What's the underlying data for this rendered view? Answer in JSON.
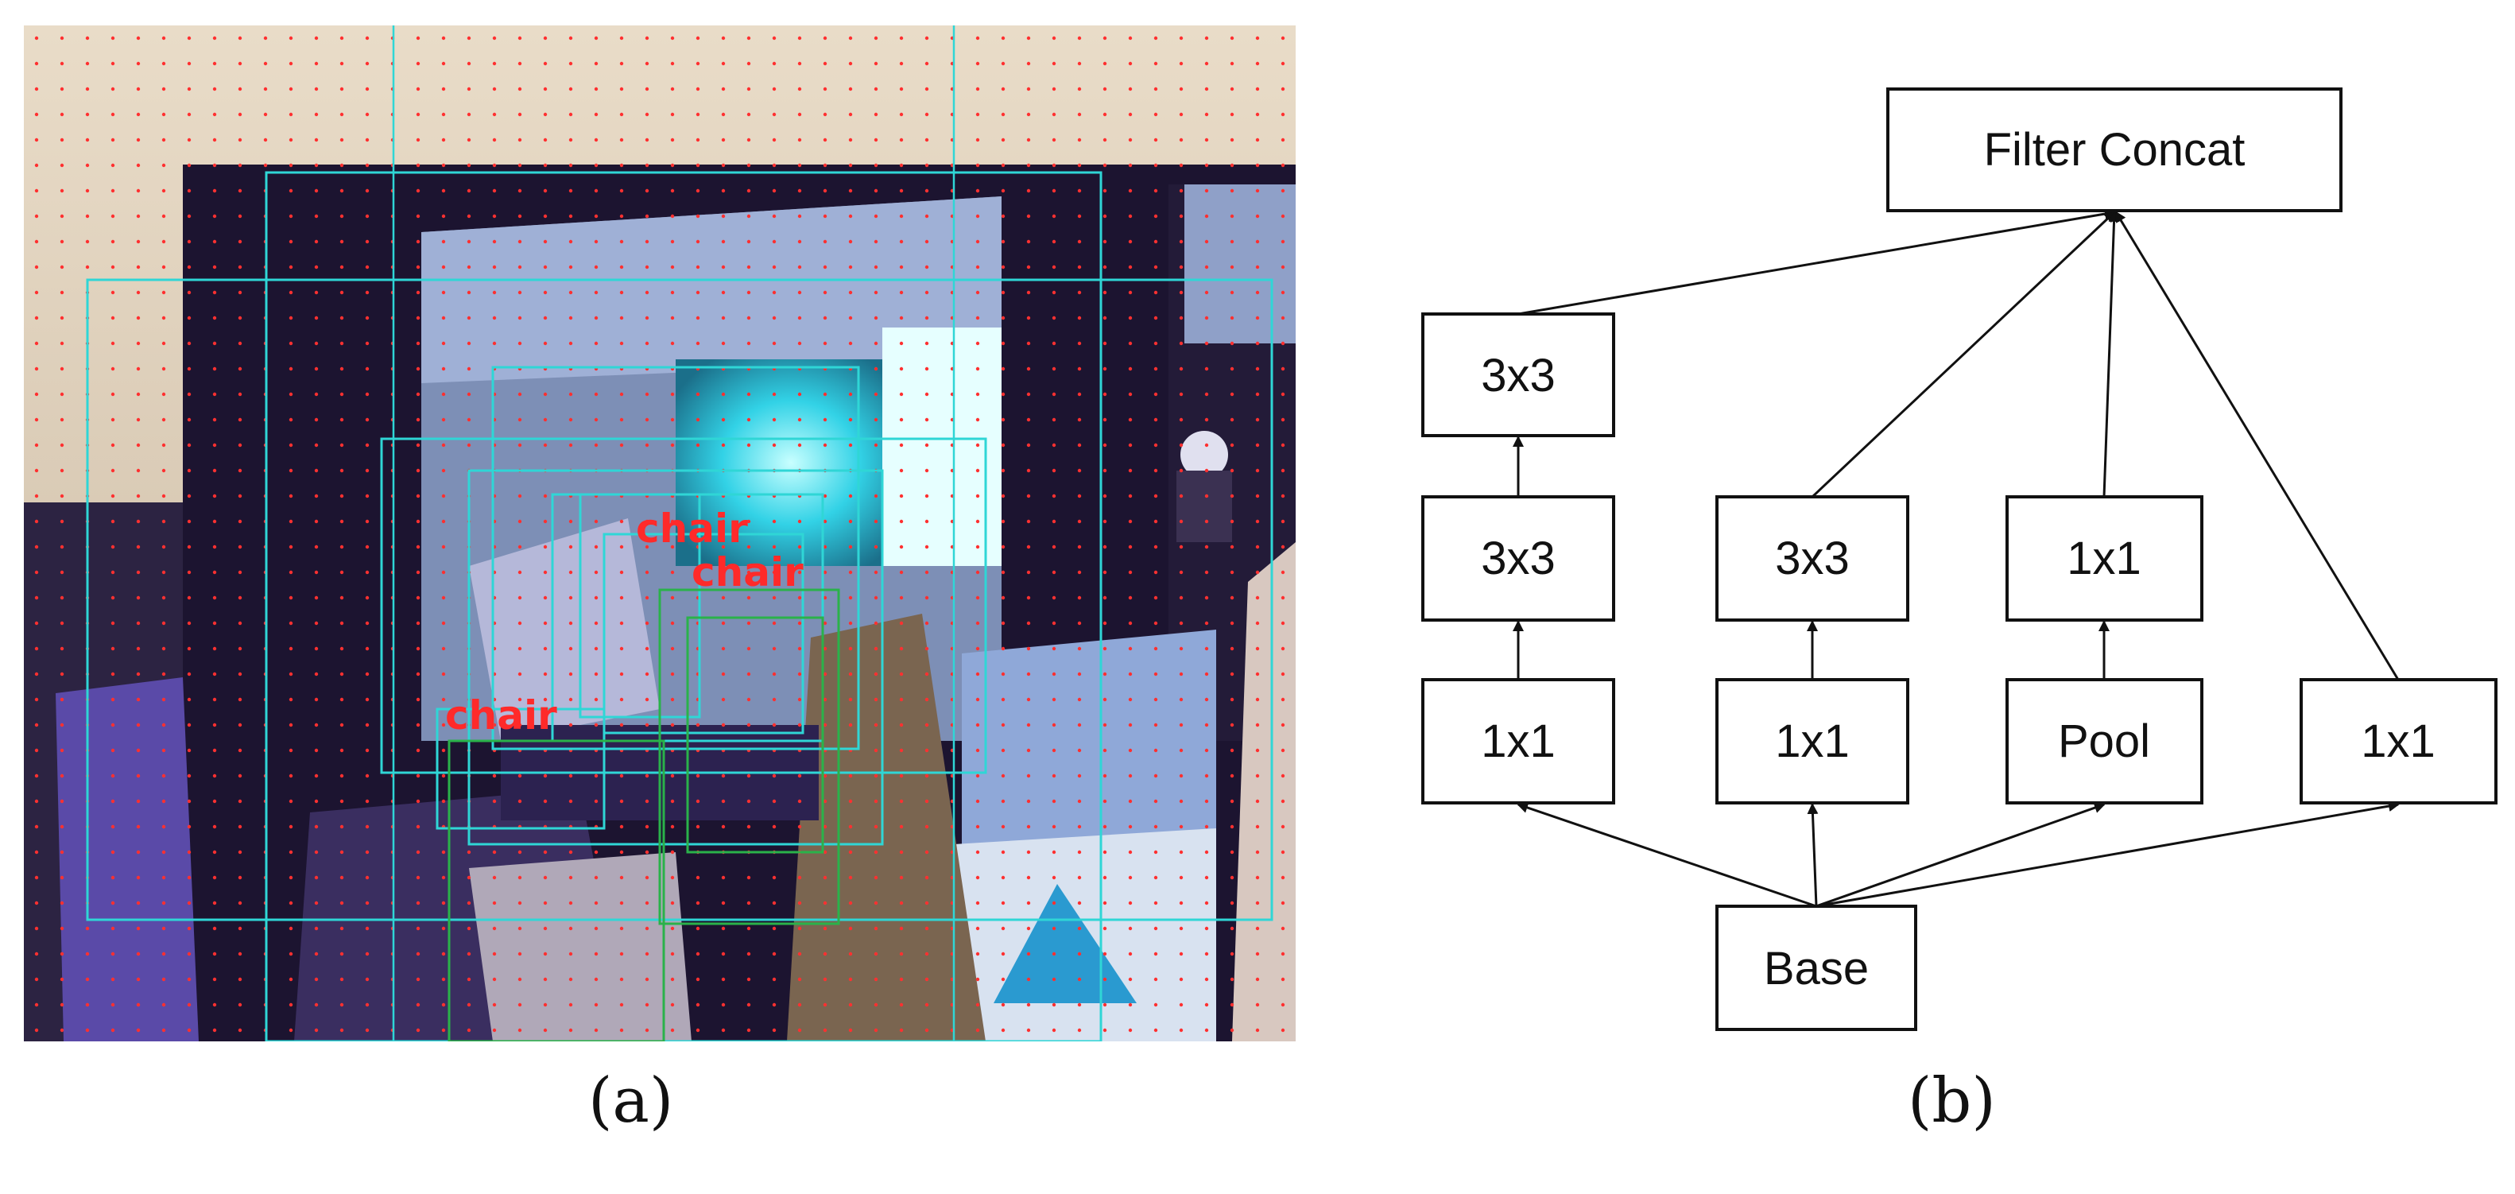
{
  "figure": {
    "captions": {
      "a": "(a)",
      "b": "(b)"
    }
  },
  "detection_panel": {
    "labels": [
      "chair",
      "chair",
      "chair"
    ],
    "colors": {
      "box_cyan": "#2fd6d6",
      "box_green": "#2ab24a",
      "label_red": "#ff2a2a",
      "grid_dot_red": "#ff3030"
    }
  },
  "inception_block": {
    "nodes": {
      "top": "Filter Concat",
      "base": "Base",
      "b1_top": "3x3",
      "b1_mid": "3x3",
      "b1_bot": "1x1",
      "b2_mid": "3x3",
      "b2_bot": "1x1",
      "b3_mid": "1x1",
      "b3_bot": "Pool",
      "b4_bot": "1x1"
    },
    "colors": {
      "stroke": "#111111",
      "fill": "#ffffff"
    }
  }
}
